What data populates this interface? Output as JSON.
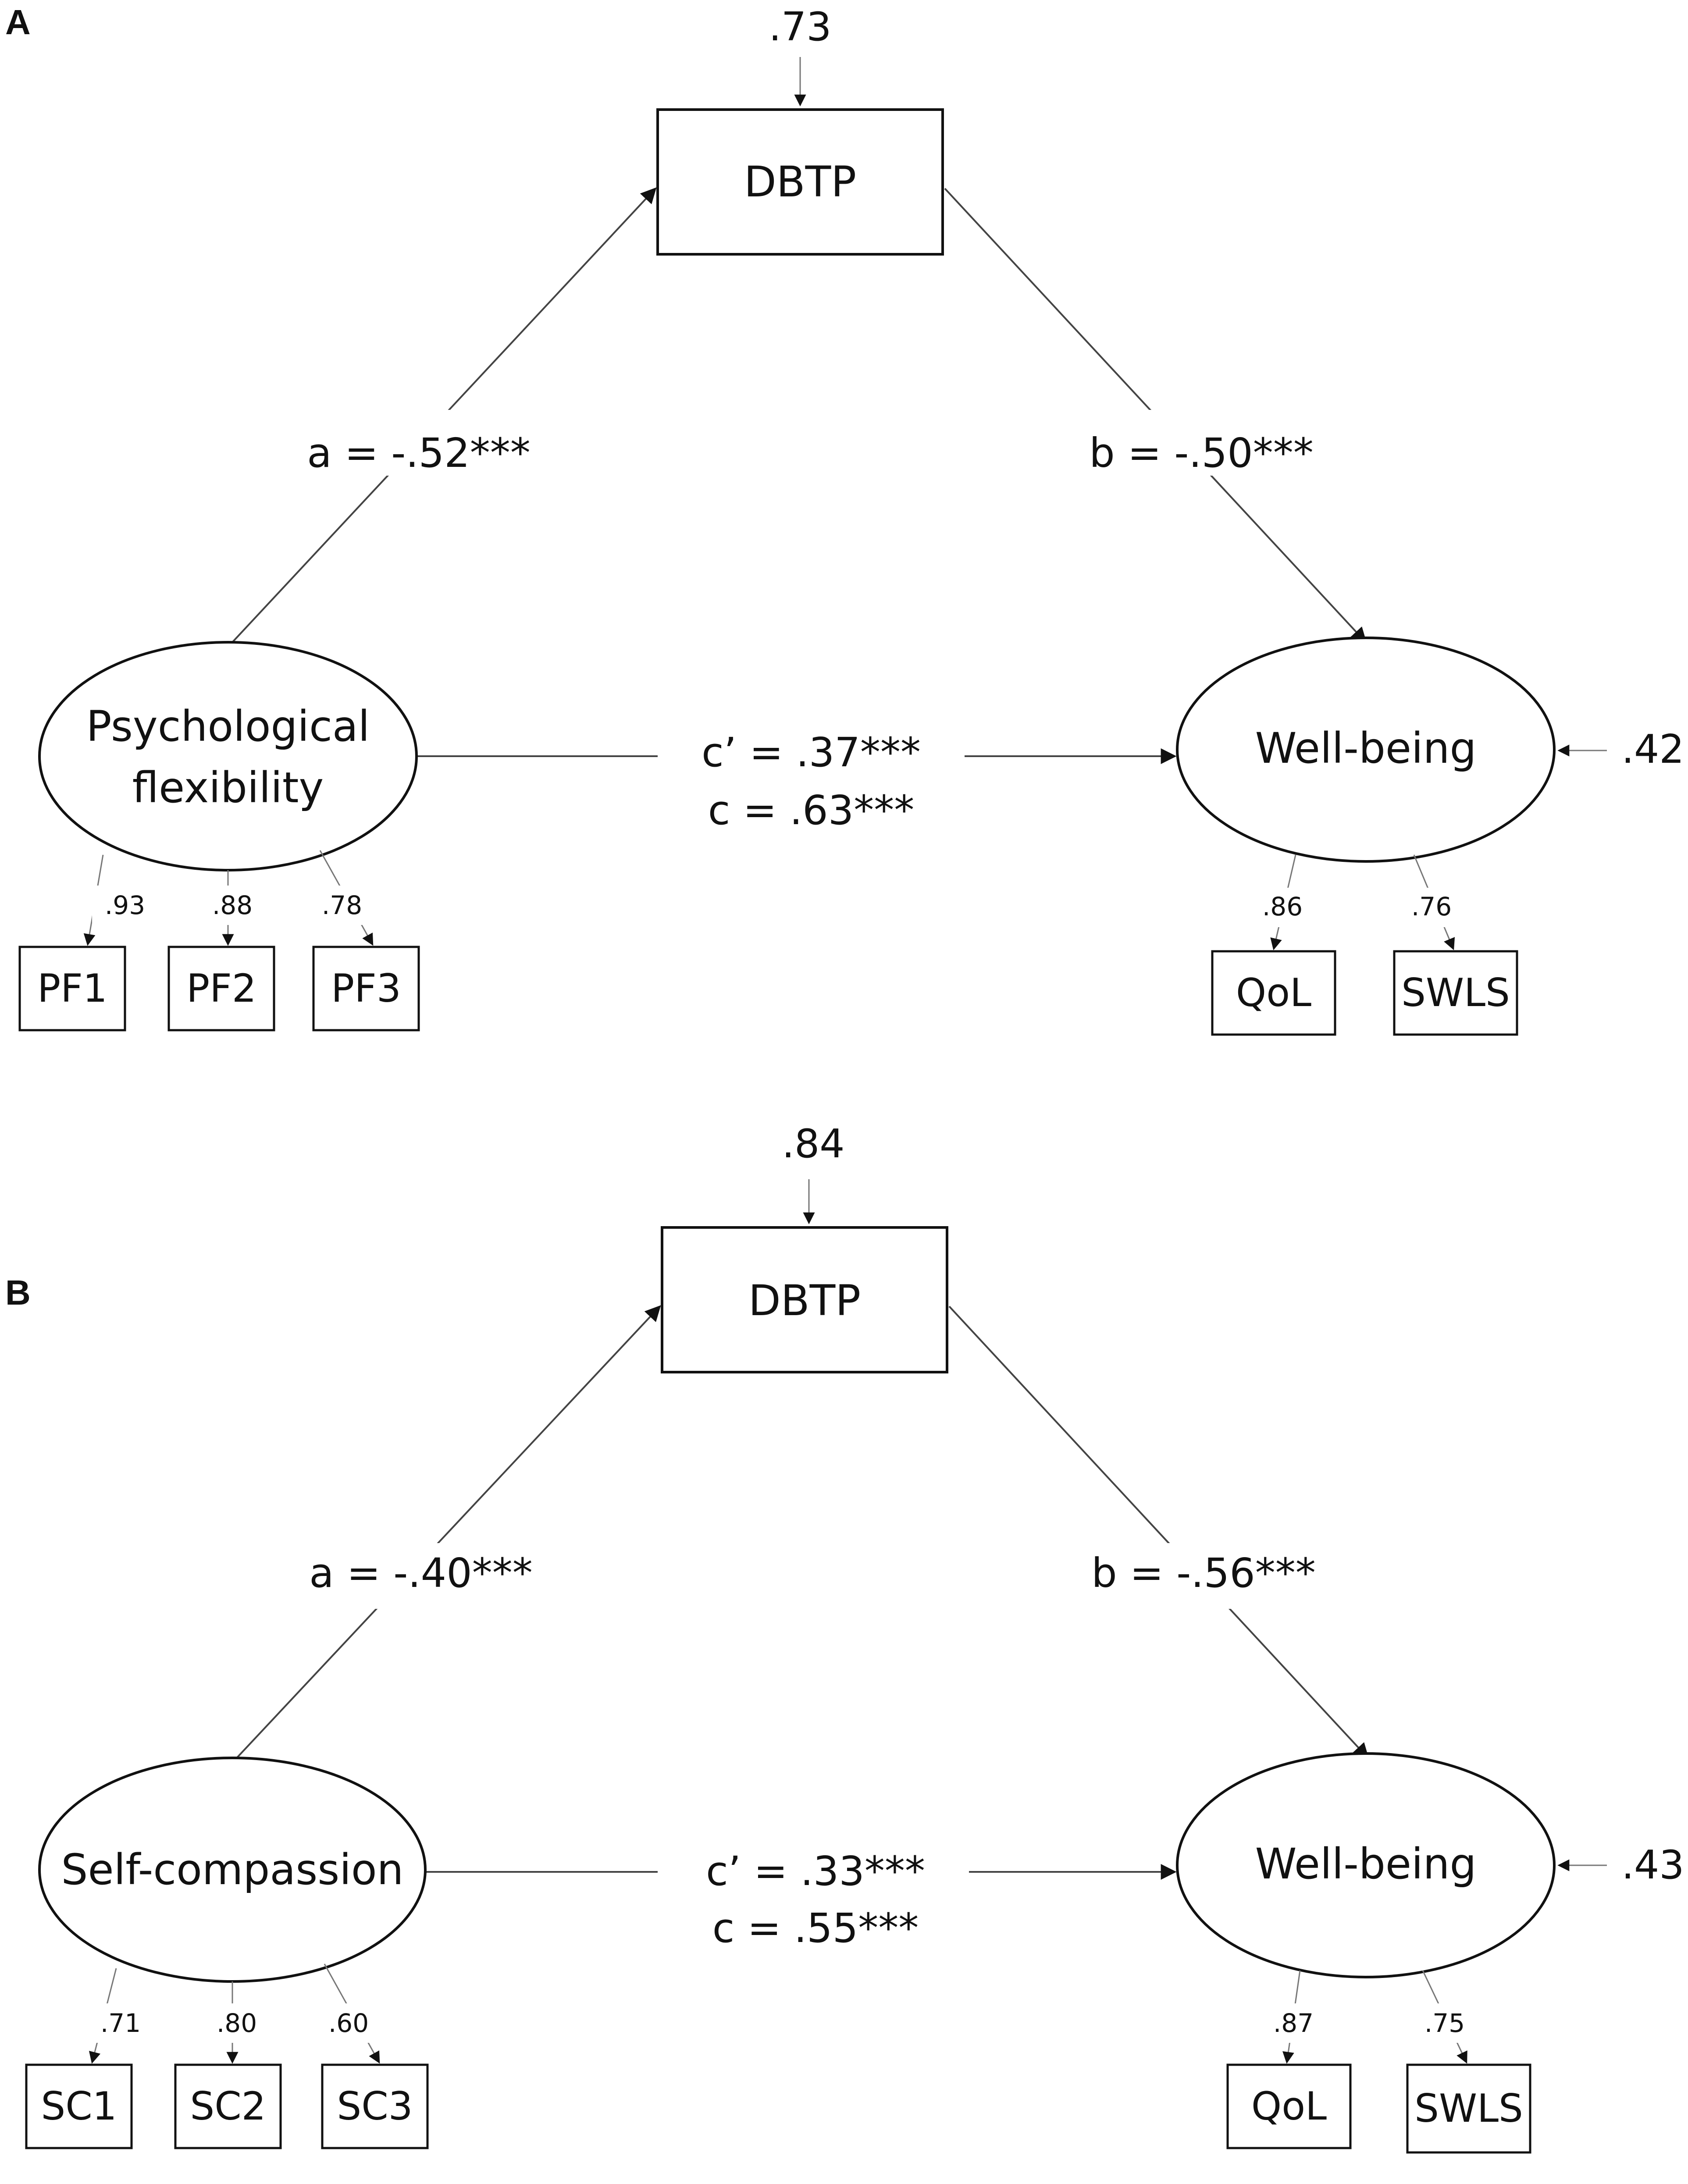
{
  "panels": [
    {
      "label": "A",
      "mediator": {
        "name": "DBTP",
        "residual": ".73"
      },
      "predictor": {
        "line1": "Psychological",
        "line2": "flexibility"
      },
      "outcome": {
        "name": "Well-being",
        "residual": ".42"
      },
      "paths": {
        "a": "a = -.52***",
        "b": "b = -.50***",
        "c_prime": "c’ = .37***",
        "c": "c  = .63***"
      },
      "predictor_indicators": [
        {
          "name": "PF1",
          "loading": ".93"
        },
        {
          "name": "PF2",
          "loading": ".88"
        },
        {
          "name": "PF3",
          "loading": ".78"
        }
      ],
      "outcome_indicators": [
        {
          "name": "QoL",
          "loading": ".86"
        },
        {
          "name": "SWLS",
          "loading": ".76"
        }
      ]
    },
    {
      "label": "B",
      "mediator": {
        "name": "DBTP",
        "residual": ".84"
      },
      "predictor": {
        "line1": "Self-compassion",
        "line2": ""
      },
      "outcome": {
        "name": "Well-being",
        "residual": ".43"
      },
      "paths": {
        "a": "a = -.40***",
        "b": "b = -.56***",
        "c_prime": "c’ = .33***",
        "c": "c  = .55***"
      },
      "predictor_indicators": [
        {
          "name": "SC1",
          "loading": ".71"
        },
        {
          "name": "SC2",
          "loading": ".80"
        },
        {
          "name": "SC3",
          "loading": ".60"
        }
      ],
      "outcome_indicators": [
        {
          "name": "QoL",
          "loading": ".87"
        },
        {
          "name": "SWLS",
          "loading": ".75"
        }
      ]
    }
  ]
}
